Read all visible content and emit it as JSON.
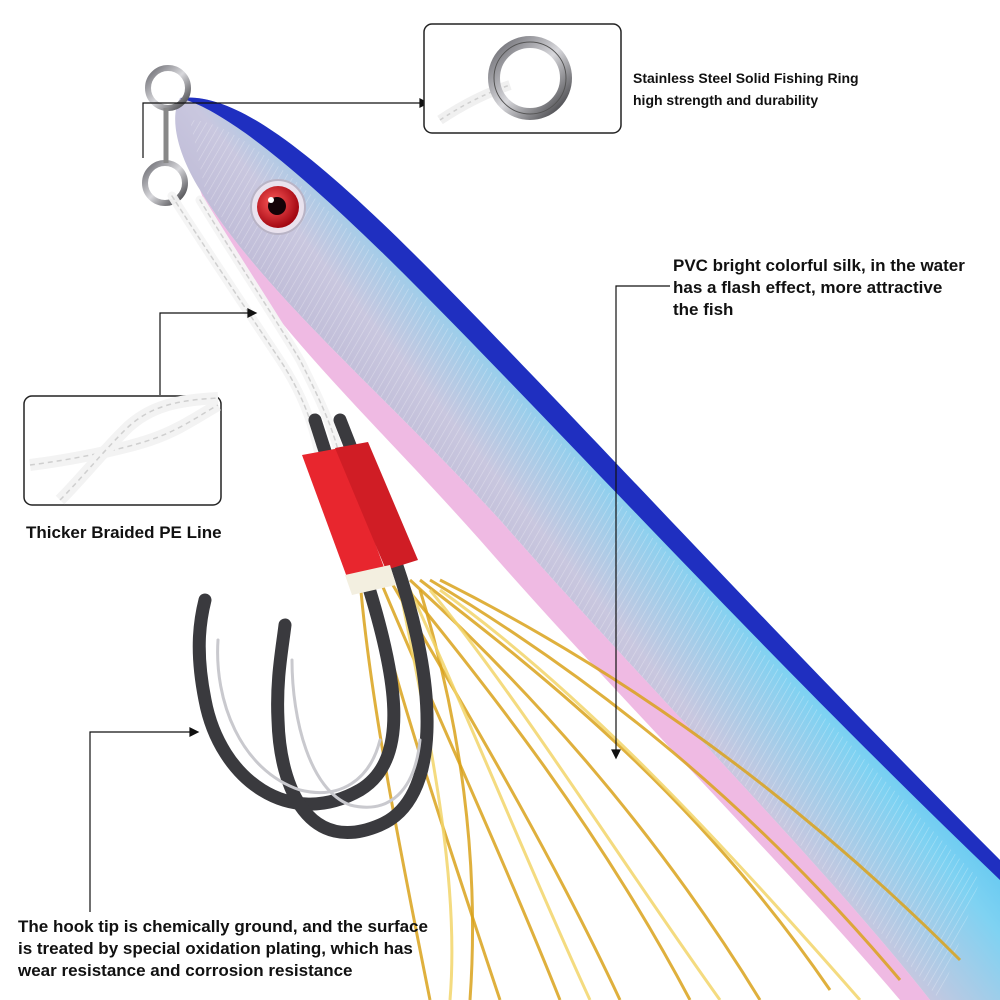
{
  "callouts": {
    "ring": {
      "line1": "Stainless Steel Solid Fishing Ring",
      "line2": "high strength and durability"
    },
    "pvc": {
      "line1": "PVC bright colorful silk, in the water",
      "line2": "has a flash effect, more attractive",
      "line3": "the fish"
    },
    "pe_line": {
      "text": "Thicker Braided PE Line"
    },
    "hook": {
      "line1": "The hook tip is chemically ground, and the surface",
      "line2": "is treated by special oxidation plating, which has",
      "line3": "wear resistance and corrosion resistance"
    }
  },
  "colors": {
    "lure_back": "#1f2fc0",
    "lure_side": "#2fb6ee",
    "lure_belly": "#d8c8e8",
    "lure_pink": "#e58cd0",
    "eye": "#d1121e",
    "hook_wrap": "#e8262e",
    "hook_metal": "#3a3a3e",
    "tinsel": "#d9a21b",
    "ring_metal": "#9a9aa0"
  }
}
